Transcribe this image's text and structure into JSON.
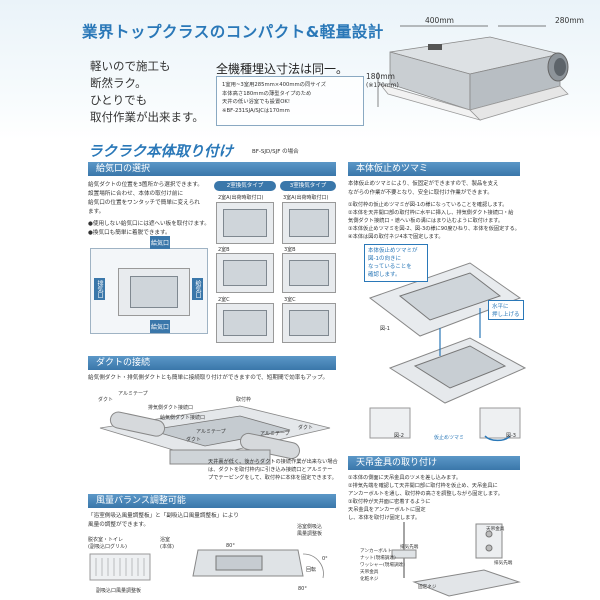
{
  "header": {
    "headline": "業界トップクラスのコンパクト&軽量設計",
    "lead_lines": [
      "軽いので施工も",
      "断然ラク。",
      "ひとりでも",
      "取付作業が出来ます。"
    ],
    "spec_heading": "全機種埋込寸法は同一。",
    "spec_lines": [
      "1室用~3室用285mm×400mmの同サイズ",
      "本体高さ180mmの薄型タイプのため",
      "天井の低い浴室でも設置OK!",
      "※BF-231SJA/SJCは170mm"
    ],
    "dims": {
      "width": "400mm",
      "depth": "280mm",
      "height": "180mm",
      "height_note": "(※170mm)"
    }
  },
  "section_title": "ラクラク本体取り付け",
  "section_note": "BF-SJD/SJF の場合",
  "outlet": {
    "bar": "給気口の選択",
    "text_lines": [
      "給気ダクトの位置を3箇所から選択できます。",
      "設置場所に合わせ、本体の取付け前に",
      "給気口の位置をワンタッチで簡単に変えられ",
      "ます。"
    ],
    "bullets": [
      "●使用しない給気口には遮へい板を取付けます。",
      "●換気口も簡単に着脱できます。"
    ],
    "type2": "2室換気タイプ",
    "type3": "3室換気タイプ",
    "col2_head": "2室A(出荷時取付口)",
    "col3_head": "3室A(出荷時取付口)",
    "labels": [
      "2室B",
      "3室B",
      "2室C",
      "3室C"
    ],
    "tag_kyuki": "給気口",
    "tag_haiki": "排気口"
  },
  "duct": {
    "bar": "ダクトの接続",
    "text": "給気側ダクト・排気側ダクトとも簡単に接続取り付けができますので、短期間で効率もアップ。",
    "labels": [
      "ダクト",
      "アルミテープ",
      "排気側ダクト接続口",
      "給気側ダクト接続口",
      "取付枠",
      "アルミテープ",
      "ダクト",
      "アルミテープ",
      "ダクト"
    ],
    "caption_lines": [
      "天井裏が低く、後からダクトの接続作業が出来ない場合",
      "は、ダクトを取付枠内に引き込み接続口とアルミテー",
      "プでテーピングをして、取付枠に本体を固定できます。"
    ]
  },
  "air": {
    "bar": "風量バランス調整可能",
    "text_lines": [
      "「浴室側吸込風量調整板」と「副吸込口風量調整板」により",
      "風量の調整ができます。"
    ],
    "labels": [
      "脱衣室・トイレ",
      "(副吸込口グリル)",
      "浴室",
      "(本体)",
      "浴室側吸込",
      "風量調整板",
      "80°",
      "0°",
      "回転",
      "副吸込口風量調整板",
      "80°"
    ]
  },
  "fix": {
    "bar": "本体仮止めツマミ",
    "text_lines": [
      "本体仮止めツマミにより、仮固定ができますので、製品を支え",
      "ながらの作業が不要となり、安全に取付け作業ができます。"
    ],
    "steps": [
      "①取付枠の仮止めツマミが図-1の様になっていることを確認します。",
      "②本体を天井開口部の取付枠に水平に挿入し、排気側ダクト接続口・給",
      "  気側ダクト接続口・遮へい板の溝にはまり込むように取付けます。",
      "③本体仮止めツマミを図-2、図-3の様に90度ひねり、本体を仮固定する。",
      "④本体は図の取付ネジ4本で固定します。"
    ],
    "callout1_lines": [
      "本体仮止めツマミが",
      "図-1の向きに",
      "なっていることを",
      "確認します。"
    ],
    "callout2_lines": [
      "水平に",
      "押し上げる"
    ],
    "fig1": "図-1",
    "fig2": "図-2",
    "fig3": "図-3",
    "tsumami": "仮止めツマミ"
  },
  "hang": {
    "bar": "天吊金具の取り付け",
    "steps": [
      "①本体の側面に天吊金具のツメを差し込みます。",
      "②排気先端を確認して天井開口部に取付枠を仮止め、天吊金具に",
      "  アンカーボルトを通し、取付枠の高さを調整しながら固定します。",
      "③取付枠が天井面に密着するように",
      "  天吊金具をアンカーボルトに固定",
      "  し、本体を取付け固定します。"
    ],
    "labels": [
      "アンカーボルト",
      "ナット(現場調達)",
      "ワッシャー(現場調達)",
      "天吊金具",
      "化粧ネジ",
      "天吊金具",
      "排気先端",
      "固定ネジ",
      "排気先端"
    ]
  },
  "colors": {
    "accent": "#2a78b8",
    "bar": "#3a77aa"
  }
}
